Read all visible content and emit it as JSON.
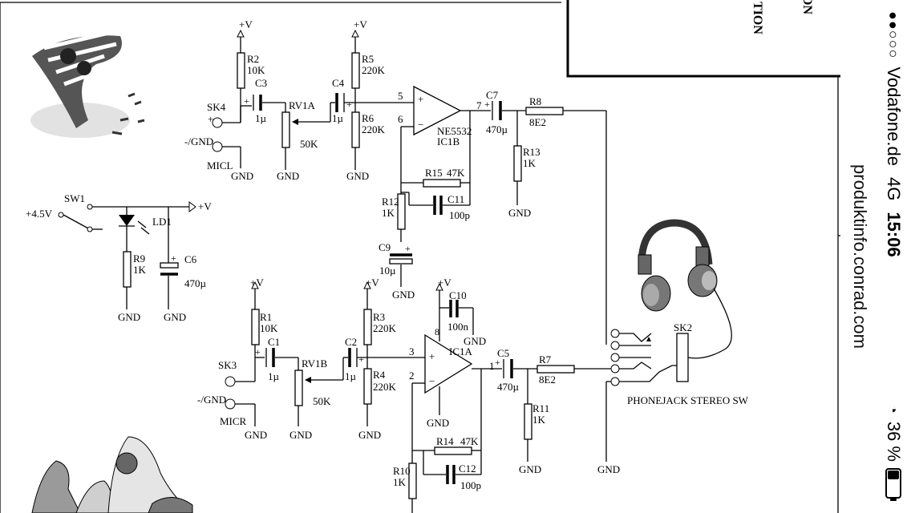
{
  "schematic": {
    "top_right_box_text": [
      "TION",
      "ON"
    ],
    "top_channel": {
      "supply_r2": "+V",
      "supply_r5": "+V",
      "r2_name": "R2",
      "r2_value": "10K",
      "c3_name": "C3",
      "c3_value": "1µ",
      "sk4": "SK4",
      "gnd_label": "-/GND",
      "mic": "MICL",
      "rv_name": "RV1A",
      "rv_value": "50K",
      "c4_name": "C4",
      "c4_value": "1µ",
      "r5_name": "R5",
      "r5_value": "220K",
      "r6_name": "R6",
      "r6_value": "220K",
      "pin_plus": "5",
      "pin_minus": "6",
      "pin_out": "7",
      "ic_type": "NE5532",
      "ic_name": "IC1B",
      "c7_name": "C7",
      "c7_value": "470µ",
      "r8_name": "R8",
      "r8_value": "8E2",
      "r13_name": "R13",
      "r13_value": "1K",
      "r15_name": "R15",
      "r15_value": "47K",
      "c11_name": "C11",
      "c11_value": "100p",
      "r12_name": "R12",
      "r12_value": "1K",
      "c9_name": "C9",
      "c9_value": "10µ"
    },
    "power": {
      "sw": "SW1",
      "vin": "+4.5V",
      "vout": "+V",
      "ld": "LD1",
      "r9_name": "R9",
      "r9_value": "1K",
      "c6_name": "C6",
      "c6_value": "470µ"
    },
    "bottom_channel": {
      "supply_r1": "+V",
      "supply_r3": "+V",
      "supply_ic": "+V",
      "r1_name": "R1",
      "r1_value": "10K",
      "c1_name": "C1",
      "c1_value": "1µ",
      "sk3": "SK3",
      "gnd_label": "-/GND",
      "mic": "MICR",
      "rv_name": "RV1B",
      "rv_value": "50K",
      "c2_name": "C2",
      "c2_value": "1µ",
      "r3_name": "R3",
      "r3_value": "220K",
      "r4_name": "R4",
      "r4_value": "220K",
      "c10_name": "C10",
      "c10_value": "100n",
      "ic_name": "IC1A",
      "pin_plus": "3",
      "pin_minus": "2",
      "pin_out": "1",
      "c5_name": "C5",
      "c5_value": "470µ",
      "r7_name": "R7",
      "r7_value": "8E2",
      "r11_name": "R11",
      "r11_value": "1K",
      "r14_name": "R14",
      "r14_value": "47K",
      "c12_name": "C12",
      "c12_value": "100p",
      "r10_name": "R10",
      "r10_value": "1K",
      "pin8": "8"
    },
    "output": {
      "sk2": "SK2",
      "jack_label": "PHONEJACK STEREO SW"
    },
    "gnd": "GND"
  },
  "status_bar": {
    "signal": "●●○○○",
    "carrier": "Vodafone.de",
    "network": "4G",
    "time": "15:06",
    "url": "produktinfo.conrad.com",
    "battery_percent": "36 %",
    "battery_level": 0.36
  }
}
